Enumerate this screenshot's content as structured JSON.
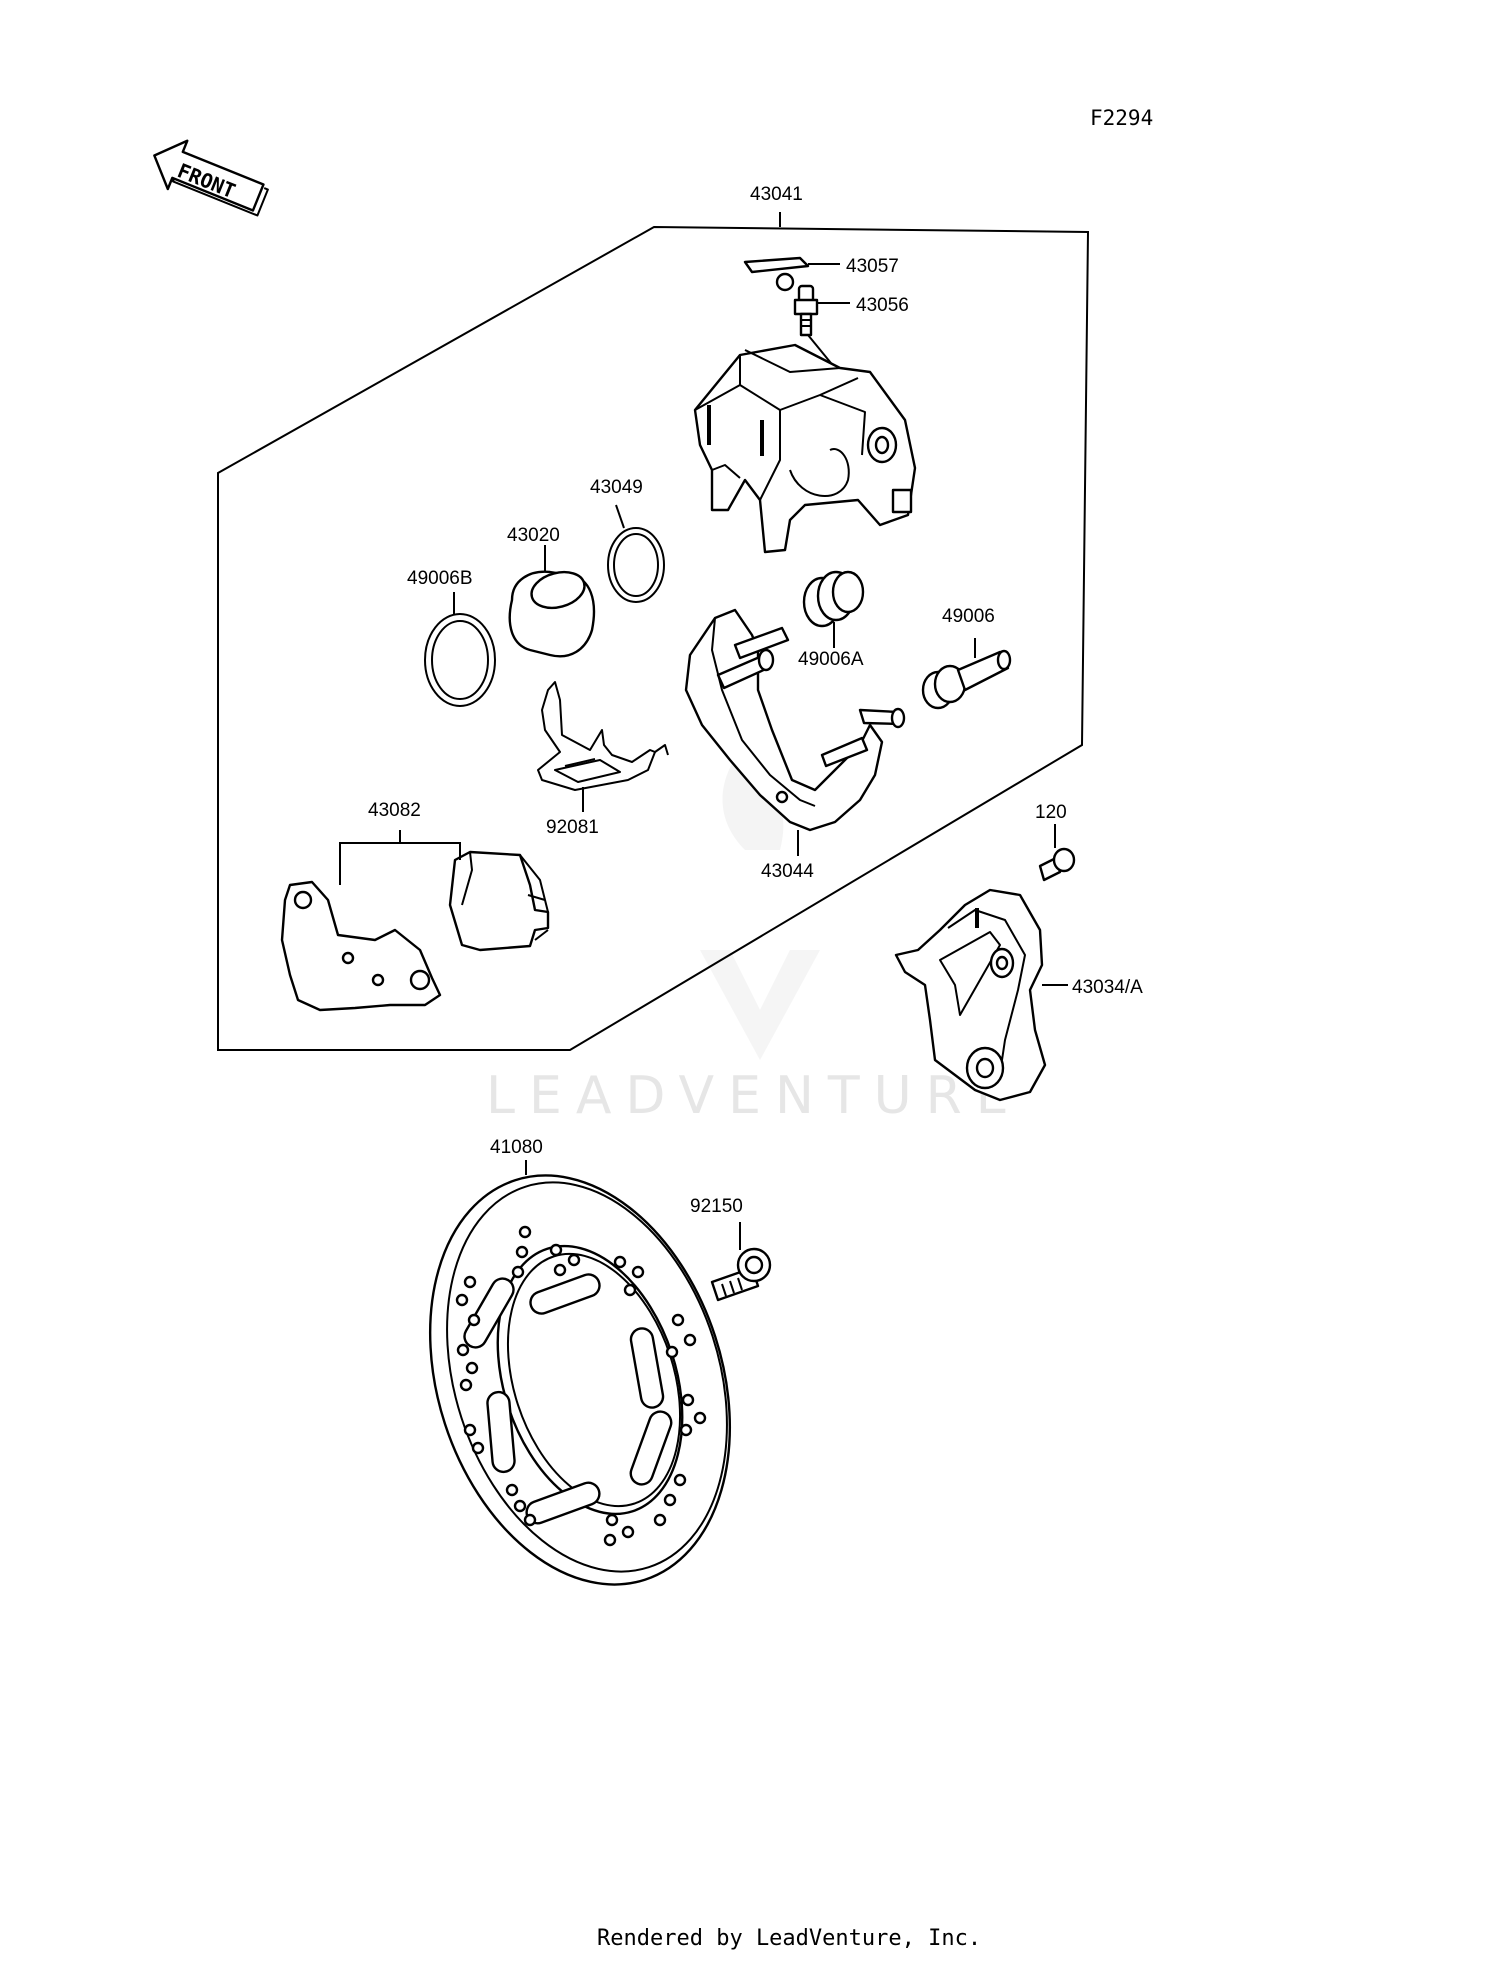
{
  "diagram_code": "F2294",
  "front_arrow": {
    "label": "FRONT"
  },
  "watermark": {
    "text": "LEADVENTURE",
    "logo": "leadventure-flame-logo"
  },
  "callouts": {
    "caliper_assembly": "43041",
    "bleed_cap": "43057",
    "bleed_valve": "43056",
    "piston_seal": "43049",
    "piston": "43020",
    "dust_seal": "49006B",
    "pin_boot": "49006A",
    "pin_boot_2": "49006",
    "pad_spring": "92081",
    "caliper_holder": "43044",
    "brake_pads": "43082",
    "bolt": "120",
    "caliper_bracket": "43034/A",
    "brake_disc": "41080",
    "disc_bolt": "92150"
  },
  "footer": {
    "text": "Rendered by LeadVenture, Inc."
  }
}
